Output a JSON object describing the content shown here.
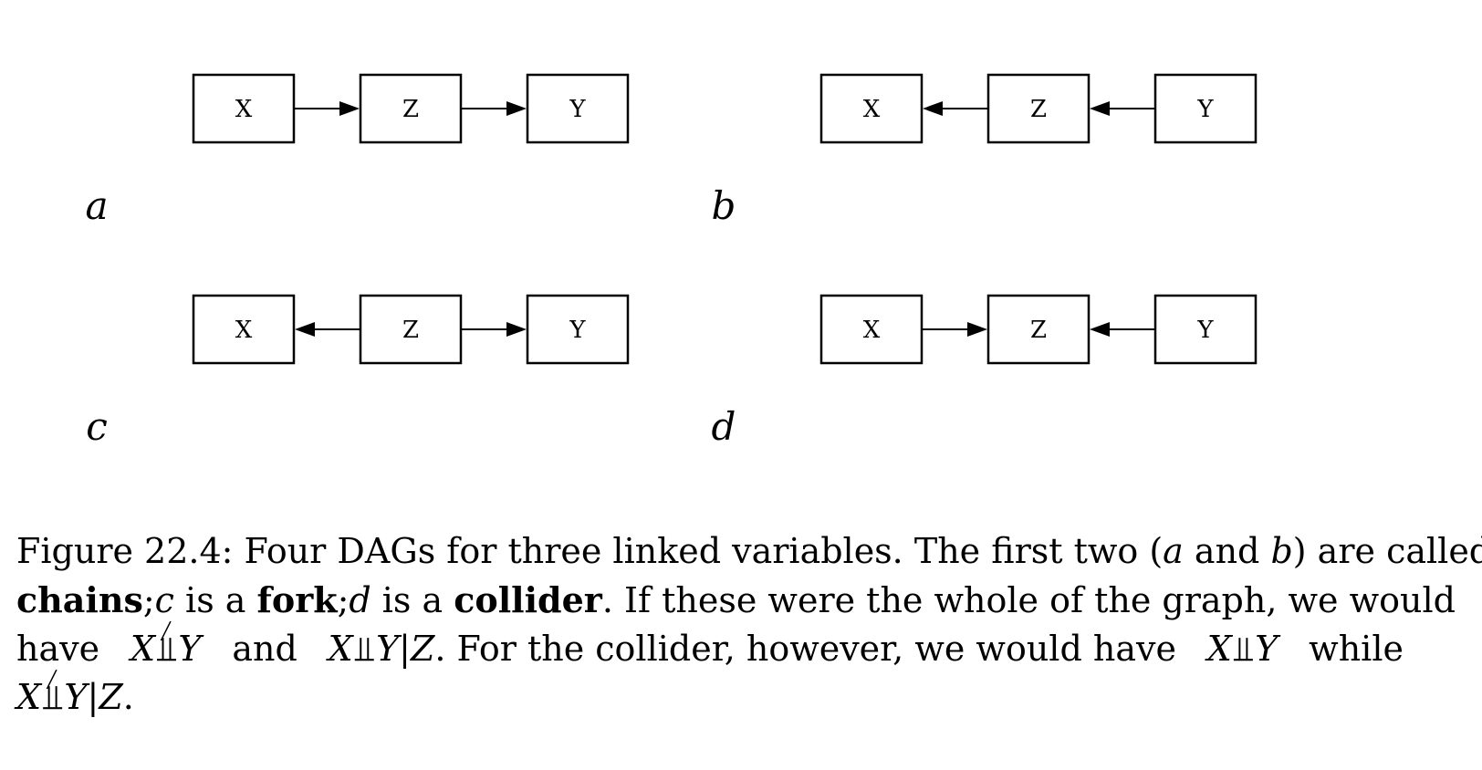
{
  "diagrams": [
    {
      "label": "a",
      "nodes": [
        "X",
        "Z",
        "Y"
      ],
      "edges": [
        {
          "from": "X",
          "to": "Z"
        },
        {
          "from": "Z",
          "to": "Y"
        }
      ]
    },
    {
      "label": "b",
      "nodes": [
        "X",
        "Z",
        "Y"
      ],
      "edges": [
        {
          "from": "Z",
          "to": "X"
        },
        {
          "from": "Y",
          "to": "Z"
        }
      ]
    },
    {
      "label": "c",
      "nodes": [
        "X",
        "Z",
        "Y"
      ],
      "edges": [
        {
          "from": "Z",
          "to": "X"
        },
        {
          "from": "Z",
          "to": "Y"
        }
      ]
    },
    {
      "label": "d",
      "nodes": [
        "X",
        "Z",
        "Y"
      ],
      "edges": [
        {
          "from": "X",
          "to": "Z"
        },
        {
          "from": "Y",
          "to": "Z"
        }
      ]
    }
  ],
  "caption": {
    "line1": [
      "Figure 22.4: Four DAGs for three linked variables. The first two (",
      "a",
      " and ",
      "b",
      ") are called"
    ],
    "line2": {
      "chains": "chains",
      "semi1": ";",
      "c": "c",
      "is_a_1": " is a ",
      "fork": "fork",
      "semi2": ";",
      "d": "d",
      "is_a_2": " is a ",
      "collider": "collider",
      "rest": ". If these were the whole of the graph, we would"
    },
    "line3": {
      "have": "have",
      "X1": "X",
      "Y1": "Y",
      "and": "and",
      "X2": "X",
      "Y2": "Y",
      "bar1": "|",
      "Z1": "Z",
      "rest": ". For the collider, however, we would have",
      "X3": "X",
      "Y3": "Y",
      "while": "while"
    },
    "line4": {
      "X4": "X",
      "Y4": "Y",
      "bar2": "|",
      "Z2": "Z",
      "end": "."
    },
    "independence_symbol": "⫫"
  }
}
